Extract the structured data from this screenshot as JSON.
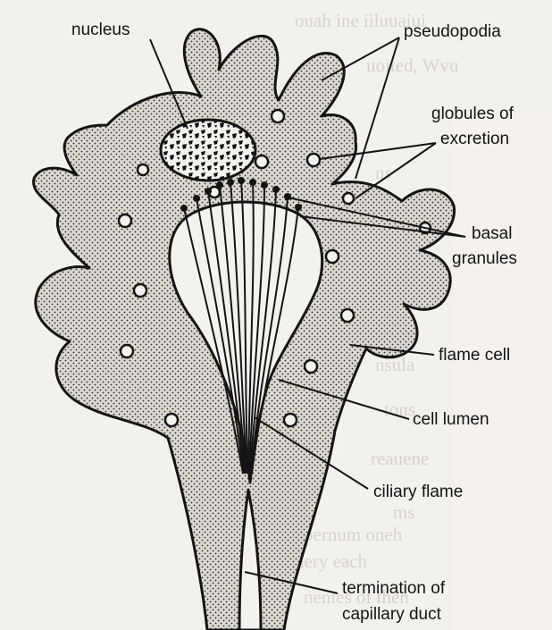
{
  "diagram": {
    "labels": {
      "nucleus": "nucleus",
      "pseudopodia": "pseudopodia",
      "globules_line1": "globules of",
      "globules_line2": "excretion",
      "basal_line1": "basal",
      "basal_line2": "granules",
      "flame_cell": "flame cell",
      "cell_lumen": "cell lumen",
      "ciliary_flame": "ciliary flame",
      "termination_line1": "termination of",
      "termination_line2": "capillary duct"
    },
    "colors": {
      "ink": "#141414",
      "paper": "#f3f1ed",
      "stipple_fill": "#dcd8d1"
    }
  }
}
